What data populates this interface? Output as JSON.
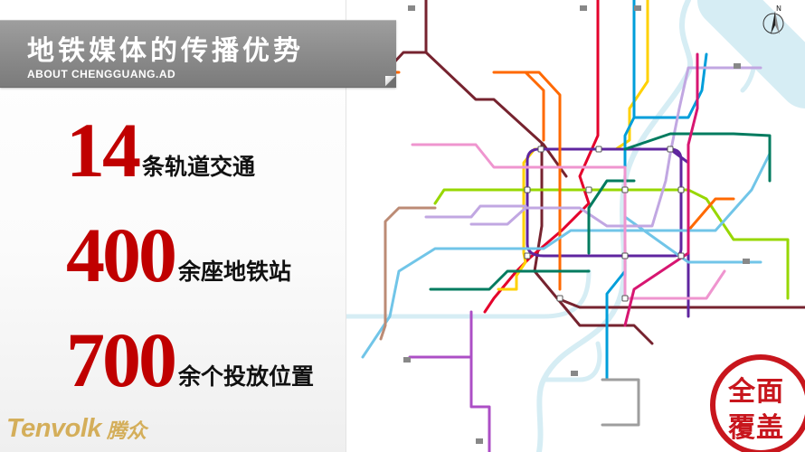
{
  "header": {
    "title": "地铁媒体的传播优势",
    "subtitle": "ABOUT CHENGGUANG.AD"
  },
  "stats": [
    {
      "number": "14",
      "label": "条轨道交通"
    },
    {
      "number": "400",
      "label": "余座地铁站"
    },
    {
      "number": "700",
      "label": "余个投放位置"
    }
  ],
  "logo": {
    "english": "Tenvolk",
    "chinese": "腾众"
  },
  "stamp": {
    "line1": "全面",
    "line2": "覆盖",
    "color": "#c8161d"
  },
  "map": {
    "description": "Shanghai metro network map",
    "compass": "N",
    "line_colors": {
      "line1": "#e4002b",
      "line2": "#97d700",
      "line3": "#ffd100",
      "line4": "#5f259f",
      "line5": "#ac4fc6",
      "line6": "#d71671",
      "line7": "#ff6900",
      "line8": "#009eda",
      "line9": "#71c5e8",
      "line10": "#c1a7e2",
      "line11": "#76232f",
      "line12": "#007b5f",
      "line13": "#ef95cf",
      "line16": "#2cd5c4",
      "line17": "#bc8b75",
      "river": "#cfeaf2"
    }
  },
  "colors": {
    "accent_red": "#c00000",
    "logo_gold": "#d4ae5a",
    "banner_gray": "#8a8a8a"
  }
}
